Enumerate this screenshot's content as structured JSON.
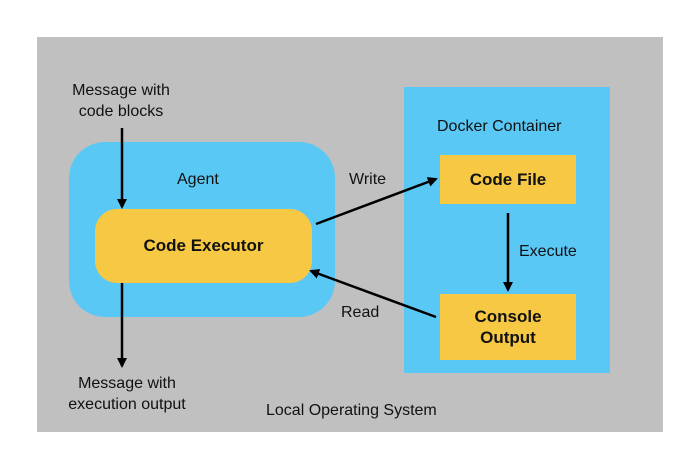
{
  "diagram": {
    "system_label": "Local Operating System",
    "agent_label": "Agent",
    "docker_label": "Docker Container",
    "code_executor_label": "Code Executor",
    "code_file_label": "Code File",
    "console_output_label": "Console\nOutput",
    "message_in_label": "Message with\ncode blocks",
    "message_out_label": "Message with\nexecution output",
    "write_label": "Write",
    "read_label": "Read",
    "execute_label": "Execute"
  },
  "colors": {
    "system_bg": "#c0c0c0",
    "container_bg": "#5ac8f5",
    "component_bg": "#f7c843",
    "arrow": "#000000"
  }
}
